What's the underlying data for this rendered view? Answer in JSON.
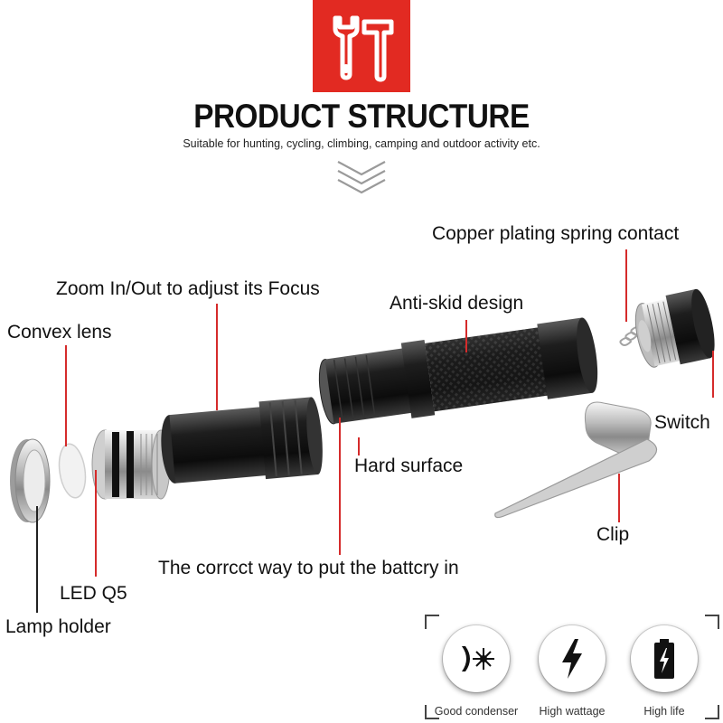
{
  "header": {
    "icon": "wrench-hammer-icon",
    "accent_color": "#e22a22",
    "title": "PRODUCT STRUCTURE",
    "subtitle": "Suitable for hunting, cycling, climbing, camping and outdoor activity etc."
  },
  "labels": {
    "copper_spring": "Copper plating spring contact",
    "zoom": "Zoom In/Out to adjust its Focus",
    "anti_skid": "Anti-skid design",
    "convex_lens": "Convex lens",
    "switch": "Switch",
    "hard_surface": "Hard surface",
    "clip": "Clip",
    "battery": "The corrcct way to put the battcry in",
    "led": "LED Q5",
    "lamp_holder": "Lamp holder"
  },
  "features": [
    {
      "label": "Good condenser",
      "icon": "condenser-icon"
    },
    {
      "label": "High wattage",
      "icon": "lightning-bolt-icon"
    },
    {
      "label": "High life",
      "icon": "battery-icon"
    }
  ]
}
